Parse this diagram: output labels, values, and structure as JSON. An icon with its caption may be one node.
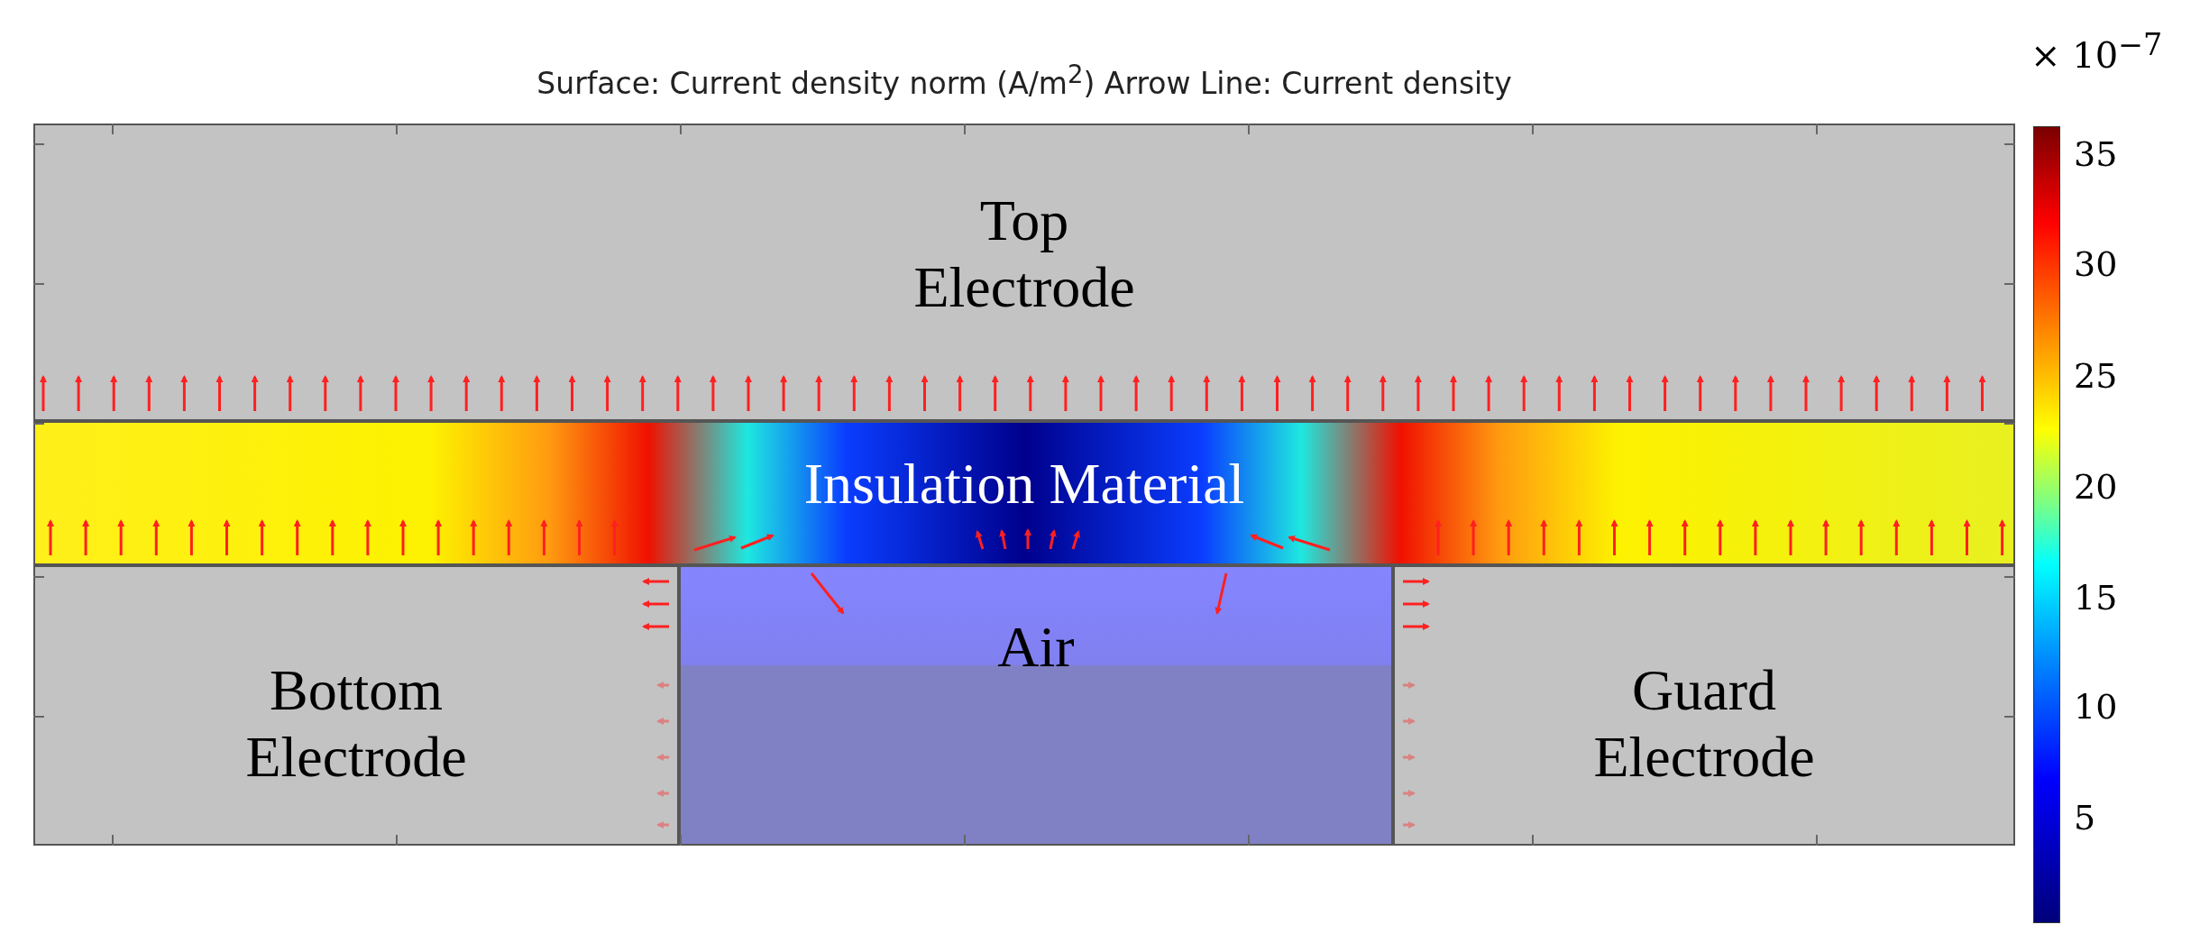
{
  "diagram": {
    "title": "Surface: Current density norm (A/m$^{2}$)  Arrow Line: Current density",
    "nodes": [
      {
        "text": [
          "Top Electrode"
        ]
      },
      {
        "text": [
          "Insulation Material"
        ]
      },
      {
        "text": [
          "Bottom Electrode"
        ]
      },
      {
        "text": [
          "Air"
        ]
      },
      {
        "text": [
          "Guard Electrode"
        ]
      }
    ],
    "labels": [
      "× 10$^{−7}$",
      "35",
      "30",
      "25",
      "20",
      "15",
      "10",
      "5"
    ]
  }
}
